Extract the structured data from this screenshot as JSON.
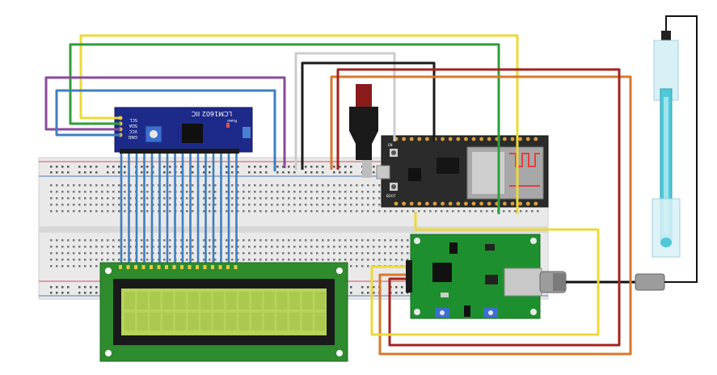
{
  "i2c_module": {
    "title": "LCM1602 IIC",
    "pins": [
      "SCL",
      "SDA",
      "VCC",
      "GND"
    ],
    "led_label": "Power"
  },
  "esp32": {
    "boot_label": "BOOT",
    "en_label": "EN"
  },
  "colors": {
    "breadboard": "#e9e9e9",
    "breadboard_edge": "#cfcfcf",
    "rail_red": "#d9534f",
    "rail_blue": "#4a7ab5",
    "pcb_blue": "#1d2a8a",
    "pcb_green": "#1e8f2e",
    "esp32_board": "#2b2b2b",
    "lcd_green": "#2e8b2e",
    "lcd_screen": "#b7d35a",
    "wire_yellow": "#ecd93a",
    "wire_green": "#2e9e3b",
    "wire_purple": "#8a4a9c",
    "wire_blue": "#3f7fc0",
    "wire_black": "#1a1a1a",
    "wire_white": "#cccccc",
    "wire_orange": "#d9782a",
    "wire_red": "#a5231e",
    "probe_cyan": "#4fc8d8"
  }
}
